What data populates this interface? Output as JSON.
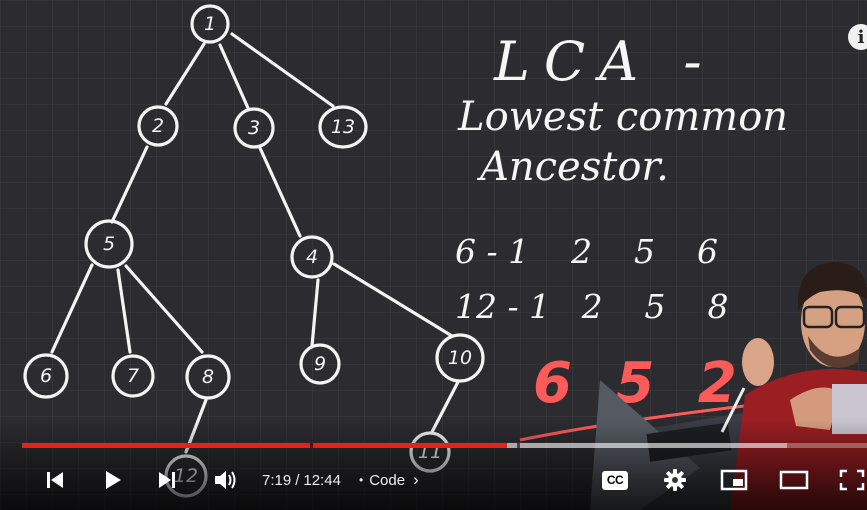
{
  "whiteboard": {
    "title": "LCA -",
    "subtitle_line1": "Lowest common",
    "subtitle_line2": "Ancestor.",
    "path_6": "6 - 1    2    5    6",
    "path_12": "12 - 1   2    5    8",
    "answer": "6 5 2",
    "nodes": [
      "1",
      "2",
      "3",
      "13",
      "5",
      "4",
      "6",
      "7",
      "8",
      "9",
      "10",
      "12",
      "11"
    ]
  },
  "player": {
    "current_time": "7:19",
    "time_separator": "/",
    "duration": "12:44",
    "chapter_label": "Code",
    "played_fraction": 0.574,
    "buffered_fraction": 0.905,
    "progress_color": "#e62117",
    "captions_label": "CC",
    "info_label": "i",
    "icons": {
      "previous": "previous-icon",
      "play": "play-icon",
      "next": "next-icon",
      "volume": "volume-icon",
      "captions": "cc-icon",
      "settings": "gear-icon",
      "miniplayer": "miniplayer-icon",
      "theater": "theater-icon",
      "fullscreen": "fullscreen-icon"
    }
  }
}
